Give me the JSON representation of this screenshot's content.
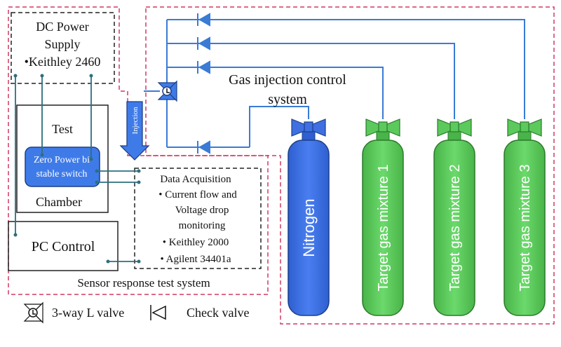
{
  "dc_power_supply": {
    "line1": "DC Power",
    "line2": "Supply",
    "line3": "•Keithley 2460"
  },
  "test_chamber": {
    "top_label": "Test",
    "bottom_label": "Chamber",
    "switch_line1": "Zero Power  bi",
    "switch_line2": "stable switch"
  },
  "injection_label": "Injection",
  "gas_control": {
    "line1": "Gas injection control",
    "line2": "system"
  },
  "data_acquisition": {
    "title": "Data Acquisition",
    "item1_line1": "•  Current flow and",
    "item1_line2": "Voltage drop",
    "item1_line3": "monitoring",
    "item2": "•  Keithley 2000",
    "item3": "•  Agilent 34401a"
  },
  "pc_control": "PC Control",
  "sensor_system_label": "Sensor response test system",
  "cylinders": {
    "nitrogen": "Nitrogen",
    "target1": "Target gas mixture 1",
    "target2": "Target gas mixture 2",
    "target3": "Target gas mixture 3"
  },
  "legend": {
    "three_way": "3-way L valve",
    "check": "Check valve"
  },
  "colors": {
    "line_blue": "#3a7bd5",
    "nitrogen_blue": "#3f6fe0",
    "gas_green": "#5cc95c",
    "border_red": "#d03a63",
    "teal_wire": "#2c6f7e"
  }
}
